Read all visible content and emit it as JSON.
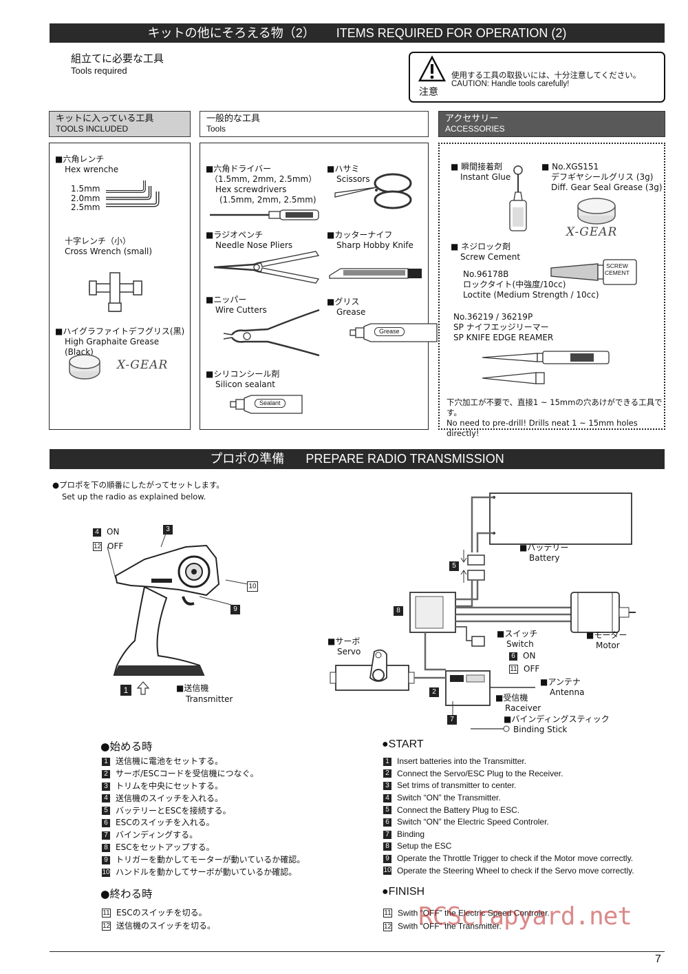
{
  "banner_top": {
    "jp": "キットの他にそろえる物（2）",
    "en": "ITEMS REQUIRED FOR OPERATION (2)"
  },
  "tools_required": {
    "jp": "組立てに必要な工具",
    "en": "Tools required"
  },
  "caution": {
    "jp": "使用する工具の取扱いには、十分注意してください。",
    "en": "CAUTION: Handle tools carefully!",
    "label": "注意"
  },
  "headers": {
    "included": {
      "jp": "キットに入っている工具",
      "en": "TOOLS INCLUDED"
    },
    "tools": {
      "jp": "一般的な工具",
      "en": "Tools"
    },
    "accessories": {
      "jp": "アクセサリー",
      "en": "ACCESSORIES"
    }
  },
  "included": {
    "hex": {
      "jp": "■六角レンチ",
      "en": "Hex wrenche",
      "sizes": [
        "1.5mm",
        "2.0mm",
        "2.5mm"
      ]
    },
    "cross": {
      "jp": "十字レンチ（小）",
      "en": "Cross Wrench (small)"
    },
    "grease": {
      "jp": "■ハイグラファイトデフグリス(黒)",
      "en": "High Graphaite Grease (Black)"
    },
    "brand": "X-GEAR"
  },
  "tools": {
    "hexdriver": {
      "jp": "■六角ドライバー",
      "jp2": "（1.5mm, 2mm, 2.5mm）",
      "en": "Hex screwdrivers",
      "en2": "(1.5mm, 2mm, 2.5mm)"
    },
    "scissors": {
      "jp": "■ハサミ",
      "en": "Scissors"
    },
    "pliers": {
      "jp": "■ラジオペンチ",
      "en": "Needle Nose Pliers"
    },
    "knife": {
      "jp": "■カッターナイフ",
      "en": "Sharp Hobby Knife"
    },
    "cutters": {
      "jp": "■ニッパー",
      "en": "Wire Cutters"
    },
    "grease": {
      "jp": "■グリス",
      "en": "Grease",
      "tube": "Grease"
    },
    "sealant": {
      "jp": "■シリコンシール剤",
      "en": "Silicon sealant",
      "tube": "Sealant"
    }
  },
  "accessories": {
    "glue": {
      "jp": "■ 瞬間接着剤",
      "en": "Instant Glue"
    },
    "xgs": {
      "jp": "■ No.XGS151",
      "jp2": "デフギヤシールグリス (3g)",
      "en": "Diff. Gear Seal Grease (3g)"
    },
    "cement": {
      "jp": "■ ネジロック剤",
      "en": "Screw Cement",
      "label1": "SCREW",
      "label2": "CEMENT"
    },
    "loctite": {
      "no": "No.96178B",
      "jp": "ロックタイト(中強度/10cc)",
      "en": "Loctite (Medium Strength / 10cc)"
    },
    "reamer": {
      "no": "No.36219 / 36219P",
      "jp": "SP ナイフエッジリーマー",
      "en": "SP KNIFE EDGE REAMER"
    },
    "note": {
      "jp": "下穴加工が不要で、直接1 ~ 15mmの穴あけができる工具です。",
      "en": "No need to pre-drill!  Drills neat 1 ~ 15mm holes directly!"
    }
  },
  "banner_radio": {
    "jp": "プロポの準備",
    "en": "PREPARE RADIO TRANSMISSION"
  },
  "radio_intro": {
    "jp": "●プロポを下の順番にしたがってセットします。",
    "en": "Set up the radio as explained below."
  },
  "transmitter": {
    "on_num": "4",
    "on": "ON",
    "off_num": "12",
    "off": "OFF",
    "n3": "3",
    "n10": "10",
    "n9": "9",
    "n1": "1",
    "jp": "■送信機",
    "en": "Transmitter"
  },
  "wiring": {
    "battery": {
      "jp": "■バッテリー",
      "en": "Battery"
    },
    "n5": "5",
    "n8": "8",
    "switch": {
      "jp": "■スイッチ",
      "en": "Switch",
      "on_num": "6",
      "on": "ON",
      "off_num": "11",
      "off": "OFF"
    },
    "motor": {
      "jp": "■モーター",
      "en": "Motor"
    },
    "servo": {
      "jp": "■サーボ",
      "en": "Servo"
    },
    "antenna": {
      "jp": "■アンテナ",
      "en": "Antenna"
    },
    "receiver": {
      "jp": "■受信機",
      "en": "Raceiver",
      "num": "2"
    },
    "binding": {
      "jp": "■バインディングスティック",
      "en": "Binding Stick",
      "num": "7"
    }
  },
  "start_jp": {
    "title": "●始める時",
    "steps": [
      {
        "n": "1",
        "t": "送信機に電池をセットする。"
      },
      {
        "n": "2",
        "t": "サーボ/ESCコードを受信機につなぐ。"
      },
      {
        "n": "3",
        "t": "トリムを中央にセットする。"
      },
      {
        "n": "4",
        "t": "送信機のスイッチを入れる。"
      },
      {
        "n": "5",
        "t": "バッテリーとESCを接続する。"
      },
      {
        "n": "6",
        "t": "ESCのスイッチを入れる。"
      },
      {
        "n": "7",
        "t": "バインディングする。"
      },
      {
        "n": "8",
        "t": "ESCをセットアップする。"
      },
      {
        "n": "9",
        "t": "トリガーを動かしてモーターが動いているか確認。"
      },
      {
        "n": "10",
        "t": "ハンドルを動かしてサーボが動いているか確認。"
      }
    ]
  },
  "finish_jp": {
    "title": "●終わる時",
    "steps": [
      {
        "n": "11",
        "t": "ESCのスイッチを切る。"
      },
      {
        "n": "12",
        "t": "送信機のスイッチを切る。"
      }
    ]
  },
  "start_en": {
    "title": "●START",
    "steps": [
      {
        "n": "1",
        "t": "Insert batteries into the Transmitter."
      },
      {
        "n": "2",
        "t": "Connect the Servo/ESC Plug to the Receiver."
      },
      {
        "n": "3",
        "t": "Set trims of transmitter to center."
      },
      {
        "n": "4",
        "t": "Switch “ON” the Transmitter."
      },
      {
        "n": "5",
        "t": "Connect the Battery Plug to ESC."
      },
      {
        "n": "6",
        "t": "Switch “ON” the Electric Speed Controler."
      },
      {
        "n": "7",
        "t": "Binding"
      },
      {
        "n": "8",
        "t": "Setup the ESC"
      },
      {
        "n": "9",
        "t": "Operate the Throttle Trigger to check if the Motor move correctly."
      },
      {
        "n": "10",
        "t": "Operate the Steering Wheel to check if the Servo move correctly."
      }
    ]
  },
  "finish_en": {
    "title": "●FINISH",
    "steps": [
      {
        "n": "11",
        "t": "Swith “OFF” the Electric Speed Controler."
      },
      {
        "n": "12",
        "t": "Swith “OFF” the Transmitter."
      }
    ]
  },
  "watermark": "RCScrapyard.net",
  "page_number": "7"
}
